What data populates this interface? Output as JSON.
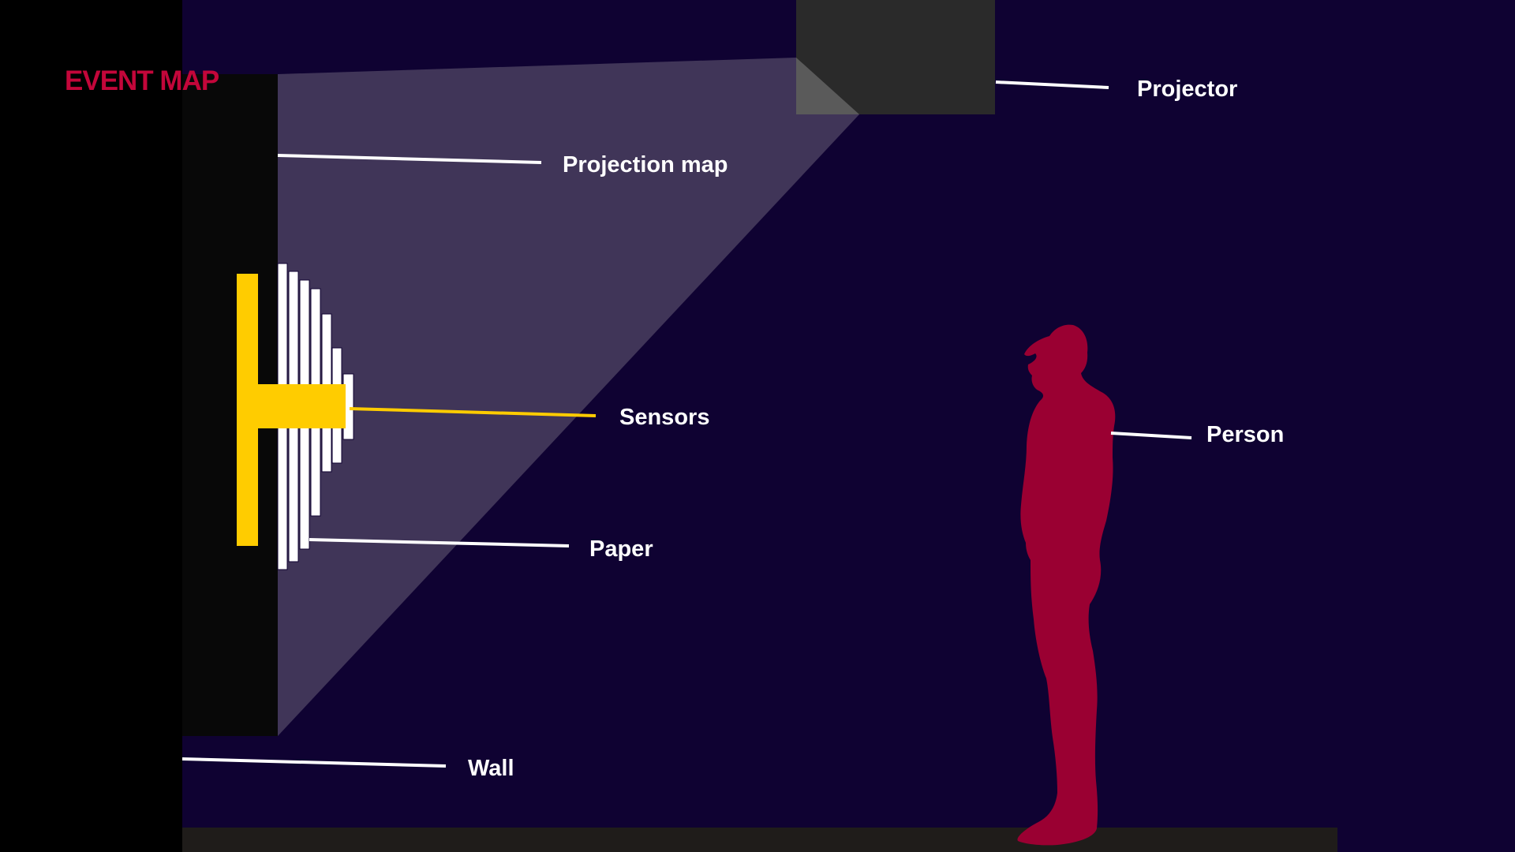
{
  "title": "EVENT MAP",
  "labels": {
    "projector": "Projector",
    "projection_map": "Projection map",
    "sensors": "Sensors",
    "person": "Person",
    "paper": "Paper",
    "wall": "Wall"
  },
  "colors": {
    "background": "#0f0232",
    "left_margin": "#000000",
    "wall": "#080808",
    "projector_body": "#2a2a2a",
    "projector_lens": "#5a5a5a",
    "projection_beam": "#403558",
    "floor": "#1f1c1a",
    "paper": "#ffffff",
    "sensor": "#ffcc00",
    "person": "#9a0032",
    "title": "#c3063a",
    "label_text": "#ffffff",
    "leader_line": "#ffffff",
    "sensor_leader": "#ffcc00"
  },
  "icons": {
    "person": "person-silhouette-icon",
    "projector": "projector-icon",
    "sensor": "sensor-icon"
  }
}
